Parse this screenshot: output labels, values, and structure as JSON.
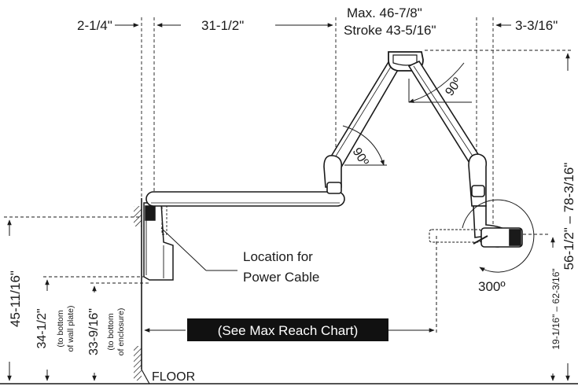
{
  "dimensions": {
    "wall_offset": "2-1/4\"",
    "boom_length": "31-1/2\"",
    "max_reach": "Max. 46-7/8\"",
    "stroke": "Stroke 43-5/16\"",
    "head_offset": "3-3/16\"",
    "total_height": "56-1/2\" – 78-3/16\"",
    "head_height": "19-1/16\" – 62-3/16\"",
    "mount_height": "45-11/16\"",
    "wall_plate_height": "34-1/2\"",
    "wall_plate_note_1": "(to bottom",
    "wall_plate_note_2": "of wall plate)",
    "enclosure_height": "33-9/16\"",
    "enclosure_note_1": "(to bottom",
    "enclosure_note_2": "of enclosure)"
  },
  "angles": {
    "upper_joint": "90º",
    "lower_joint": "90º",
    "head_rotation": "300º"
  },
  "labels": {
    "power_cable_1": "Location for",
    "power_cable_2": "Power Cable",
    "reach_chart": "(See Max Reach Chart)",
    "floor": "FLOOR"
  },
  "colors": {
    "line": "#1a1a1a",
    "arm_fill": "#ffffff",
    "label_bg": "#111111"
  }
}
